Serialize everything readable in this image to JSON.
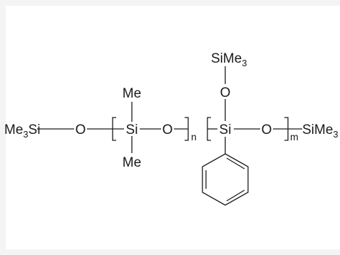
{
  "diagram": {
    "groups": {
      "left_terminal": {
        "main": "Me",
        "sub": "3",
        "tail": "Si"
      },
      "right_terminal": {
        "main": "SiMe",
        "sub": "3"
      },
      "top_terminal": {
        "main": "SiMe",
        "sub": "3"
      }
    },
    "atoms": {
      "o1": "O",
      "si1": "Si",
      "me_top": "Me",
      "me_bottom": "Me",
      "o2": "O",
      "si2": "Si",
      "o3": "O",
      "o_top": "O"
    },
    "subscripts": {
      "n": "n",
      "m": "m"
    }
  }
}
